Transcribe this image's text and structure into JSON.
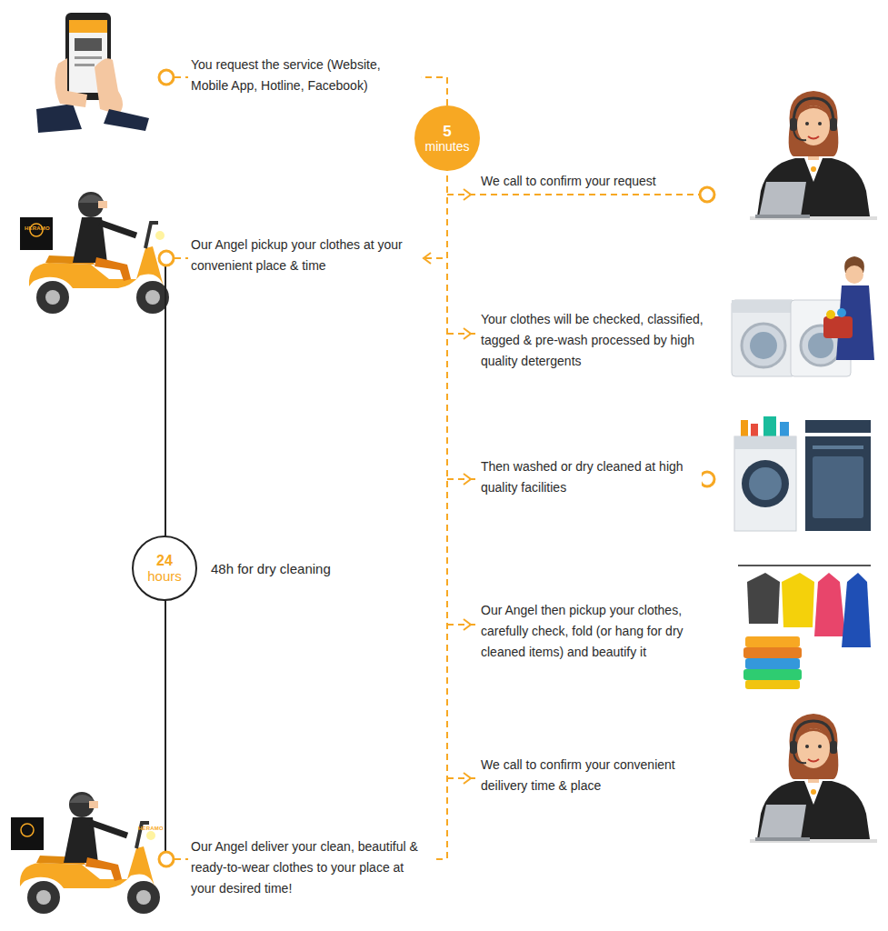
{
  "diagram": {
    "nodes": [
      {
        "text": [
          "5",
          "minutes"
        ]
      },
      {
        "text": [
          "24",
          "hours"
        ]
      }
    ],
    "labels": [
      "You request the service (Website, Mobile App, Hotline, Facebook)",
      "We call to confirm your request",
      "HERAMO",
      "Our Angel pickup your clothes at your convenient place & time",
      "Your clothes will be checked, classified, tagged & pre-wash processed by high quality detergents",
      "Then washed or dry cleaned at high quality facilities",
      "48h for dry cleaning",
      "Our Angel then pickup your clothes, carefully check, fold (or hang for dry cleaned items) and beautify it",
      "We call to confirm your convenient deilivery time & place",
      "HERAMO",
      "Our Angel deliver your clean, beautiful & ready-to-wear clothes to your place at your desired time!"
    ]
  }
}
